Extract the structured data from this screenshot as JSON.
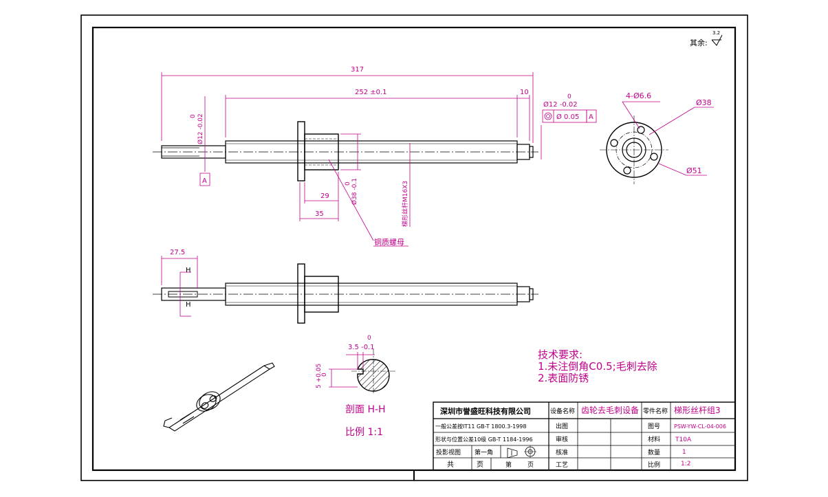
{
  "drawing": {
    "roughness_label": "其余:",
    "roughness_value": "3.2",
    "dims": {
      "overall": "317",
      "span": "252 ±0.1",
      "end_len": "10",
      "left_dia": "Ø12 -0.02",
      "left_dia_upper": "0",
      "right_dia": "Ø12 -0.02",
      "right_dia_upper": "0",
      "coax_tol": "Ø 0.05",
      "datum": "A",
      "datum_left": "A",
      "nut_dia": "Ø38 -0.1",
      "nut_dia_upper": "0",
      "nut_len1": "29",
      "nut_len2": "35",
      "thread": "梯形丝杆M16X3",
      "nut_material": "铜质螺母",
      "flange_holes": "4-Ø6.6",
      "flange_pcd": "Ø38",
      "flange_od": "Ø51",
      "key_len": "27.5",
      "section_mark_top": "H",
      "section_mark_bottom": "H",
      "key_width": "3.5 -0.1",
      "key_width_upper": "0",
      "key_depth": "5 +0.05",
      "key_depth_upper": "0"
    },
    "section_title": "剖面 H-H",
    "section_scale": "比例 1:1",
    "notes": {
      "title": "技术要求:",
      "line1": "1.未注倒角C0.5;毛刺去除",
      "line2": "2.表面防锈"
    },
    "title_block": {
      "company": "深圳市誉盛旺科技有限公司",
      "equip_label": "设备名称",
      "equip_value": "齿轮去毛刺设备",
      "part_label": "零件名称",
      "part_value": "梯形丝杆组3",
      "tol_general": "一般公差按IT11  GB-T 1800.3-1998",
      "tol_form": "形状与位置公差10级  GB-T 1184-1996",
      "projection_label": "投影视图",
      "projection_value": "第一角",
      "drawn": "出图",
      "checked": "审核",
      "approved": "核准",
      "process": "工艺",
      "drawing_no_label": "图号",
      "drawing_no": "PSW-YW-CL-04-006",
      "material_label": "材料",
      "material": "T10A",
      "qty_label": "数量",
      "qty": "1",
      "scale_label": "比例",
      "scale": "1:2",
      "total_pages": "共",
      "total_pages_unit": "页",
      "page_no": "第",
      "page_unit": "页"
    }
  }
}
